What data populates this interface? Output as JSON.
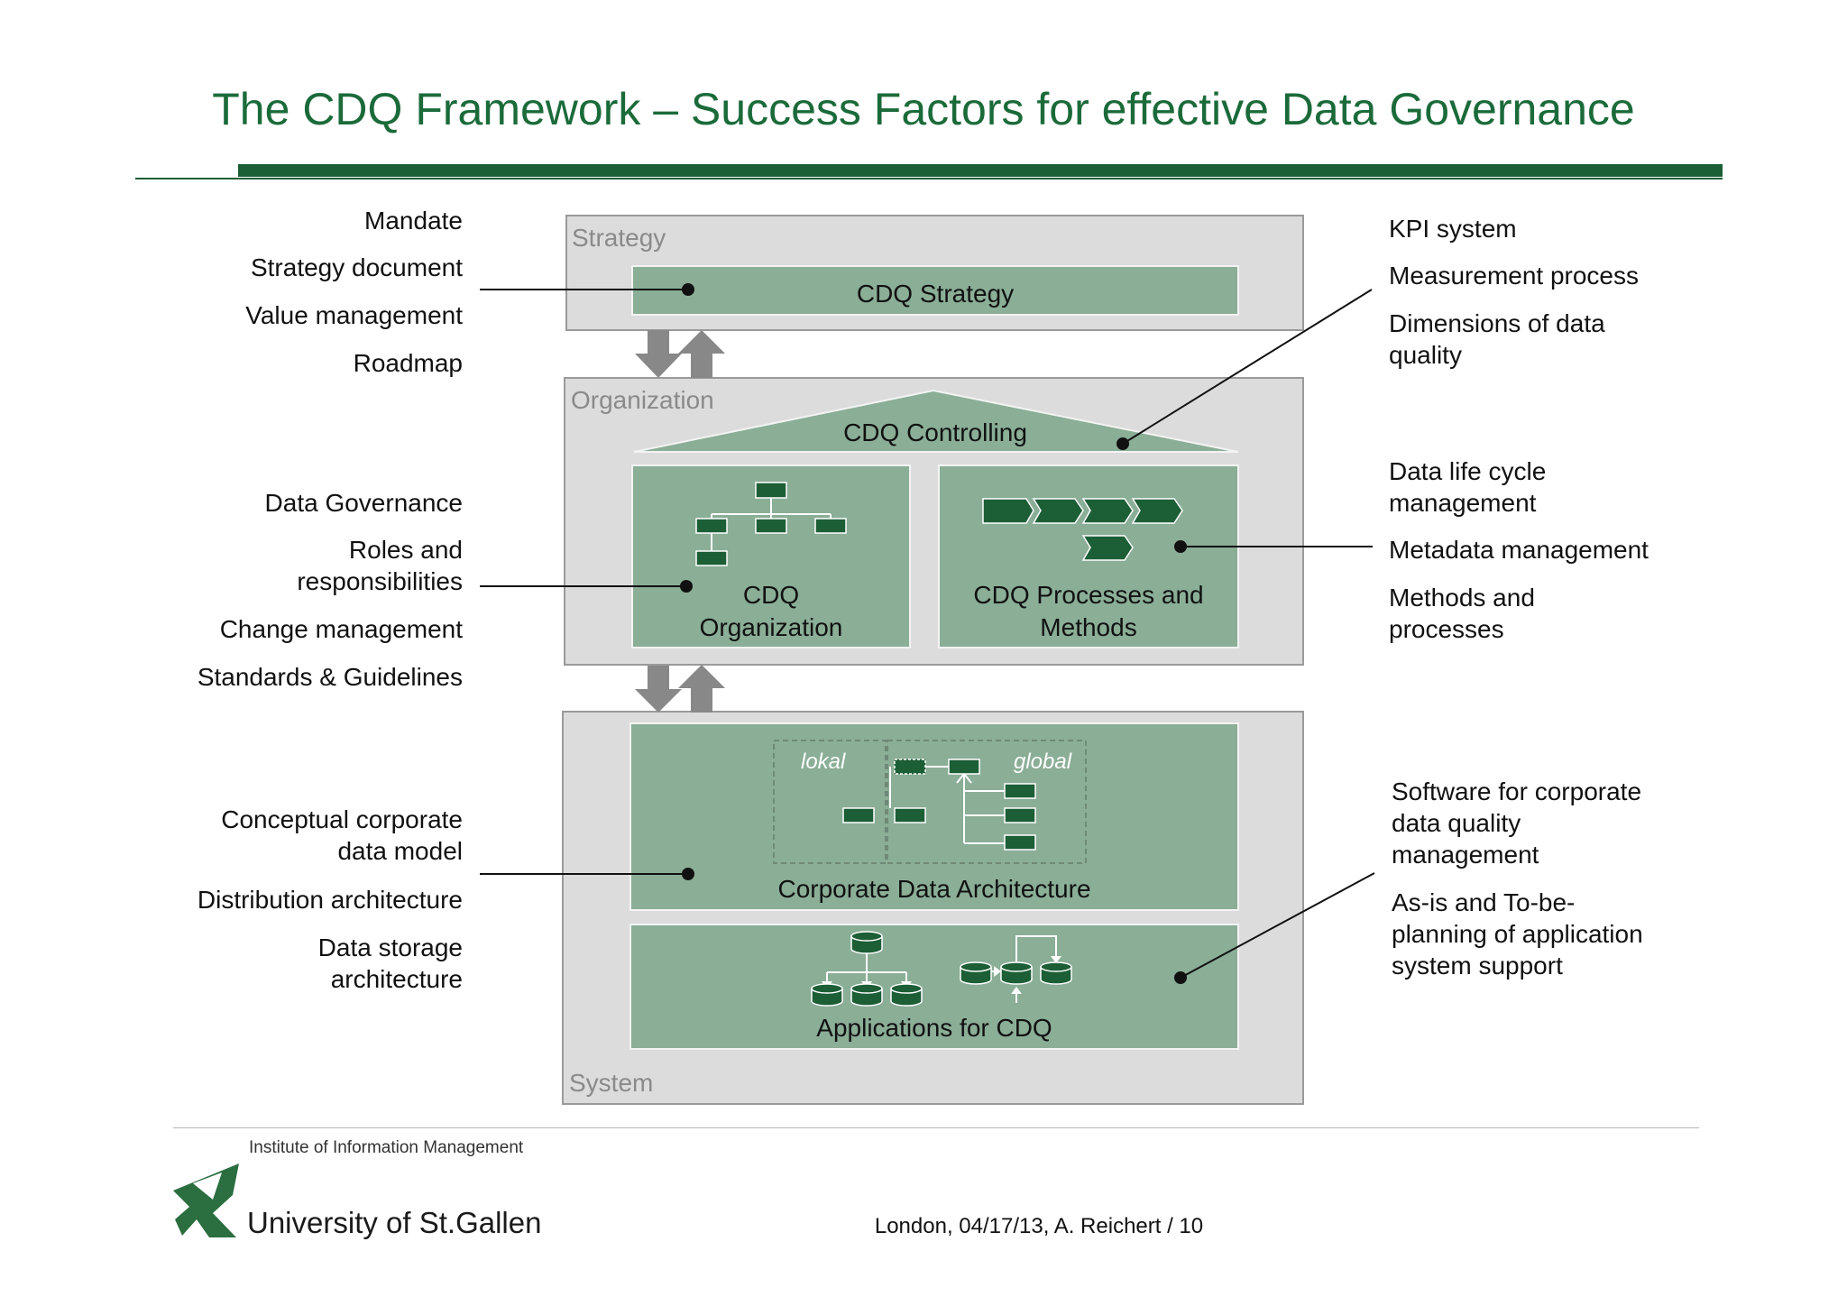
{
  "title": "The CDQ Framework – Success Factors for effective Data Governance",
  "layers": {
    "strategy": "Strategy",
    "organization": "Organization",
    "system": "System"
  },
  "boxes": {
    "cdq_strategy": "CDQ Strategy",
    "cdq_controlling": "CDQ Controlling",
    "cdq_organization": [
      "CDQ",
      "Organization"
    ],
    "cdq_processes": [
      "CDQ Processes and",
      "Methods"
    ],
    "corporate_data_architecture": "Corporate Data Architecture",
    "lokal": "lokal",
    "global": "global",
    "applications": "Applications for CDQ"
  },
  "left_labels": {
    "strategy": [
      "Mandate",
      "Strategy document",
      "Value management",
      "Roadmap"
    ],
    "organization": [
      "Data Governance",
      "Roles and",
      "responsibilities",
      "Change management",
      "Standards & Guidelines"
    ],
    "system": [
      "Conceptual corporate",
      "data model",
      "Distribution architecture",
      "Data storage",
      "architecture"
    ]
  },
  "right_labels": {
    "controlling": [
      "KPI system",
      "Measurement process",
      "Dimensions of data",
      "quality"
    ],
    "processes": [
      "Data life cycle",
      "management",
      "Metadata management",
      "Methods and",
      "processes"
    ],
    "applications": [
      "Software for corporate",
      "data quality",
      "management",
      "As-is and To-be-",
      "planning of application",
      "system support"
    ]
  },
  "footer": {
    "institute": "Institute of Information Management",
    "university": "University of St.Gallen",
    "meta": "London, 04/17/13, A. Reichert / 10"
  },
  "colors": {
    "accent": "#1b6b3a",
    "box": "#8aae96",
    "layer": "#dcdcdc",
    "icon": "#1c5e36"
  }
}
